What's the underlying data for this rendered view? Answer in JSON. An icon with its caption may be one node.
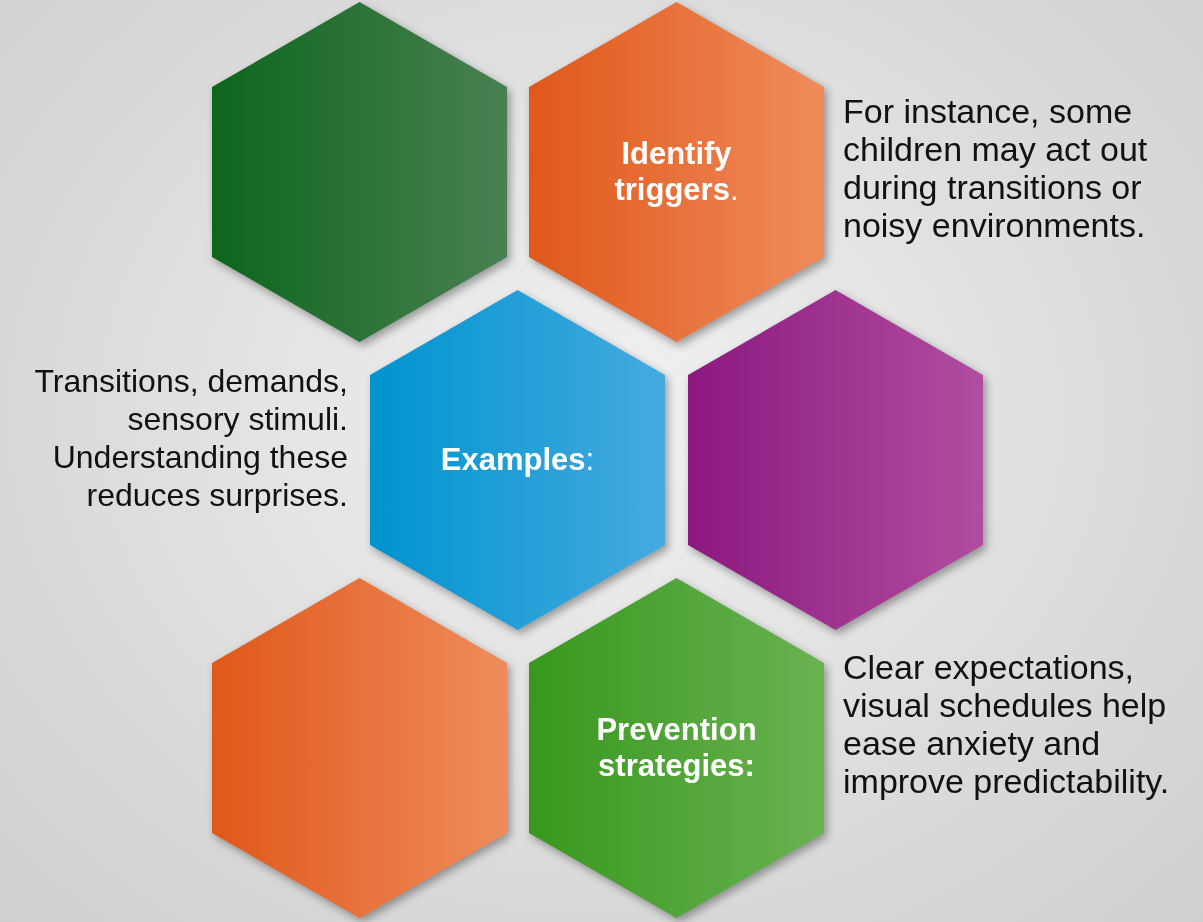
{
  "diagram": {
    "nodes": [
      {
        "text": [],
        "shape": "hexagon"
      },
      {
        "text": [
          "**Identify triggers**."
        ],
        "beside": [
          "For instance, some children may act out during transitions or noisy environments."
        ]
      },
      {
        "text": [
          "**Examples**:"
        ],
        "beside": [
          "Transitions, demands, sensory stimuli. Understanding these reduces surprises."
        ]
      },
      {
        "text": [],
        "shape": "hexagon"
      },
      {
        "text": [],
        "shape": "hexagon"
      },
      {
        "text": [
          "Prevention strategies:"
        ],
        "beside": [
          "Clear expectations, visual schedules help ease anxiety and improve predictability."
        ]
      }
    ],
    "edges": []
  }
}
